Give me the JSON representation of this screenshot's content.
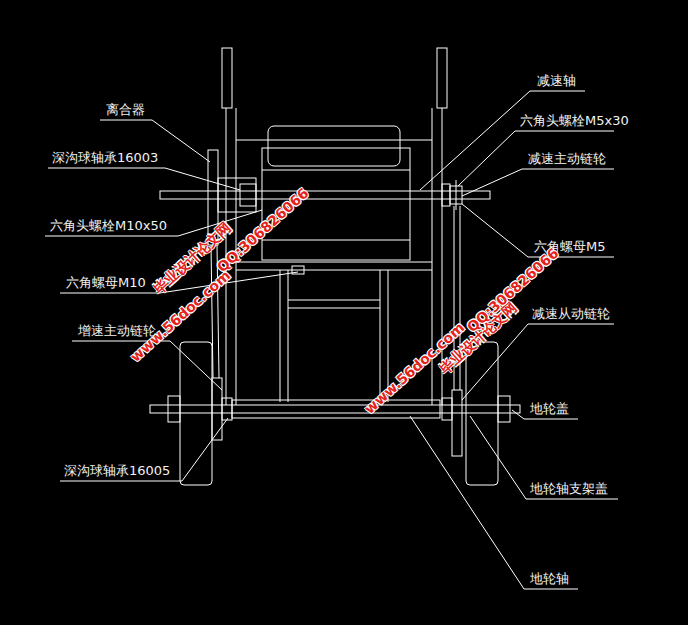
{
  "diagram": {
    "labels": [
      "离合器",
      "深沟球轴承16003",
      "六角头螺栓M10x50",
      "六角螺母M10",
      "增速主动链轮",
      "深沟球轴承16005",
      "减速轴",
      "六角头螺栓M5x30",
      "减速主动链轮",
      "六角螺母M5",
      "减速从动链轮",
      "地轮盖",
      "地轮轴支架盖",
      "地轮轴",
      "毕业设计论文网",
      "QQ:306826066",
      "www.56doc.com",
      "毕业设计论文网",
      "QQ:306826066",
      "www.56doc.com"
    ]
  }
}
